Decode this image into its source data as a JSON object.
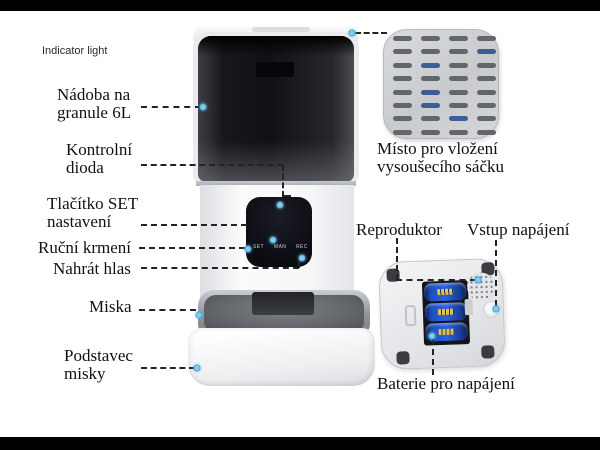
{
  "annotations": {
    "indicator_light": "Indicator light",
    "hopper": [
      "Nádoba na",
      "granule 6L"
    ],
    "control_led": [
      "Kontrolní",
      "dioda"
    ],
    "set_button": [
      "Tlačítko SET",
      "nastavení"
    ],
    "manual_feed": "Ruční krmení",
    "record_voice": "Nahrát hlas",
    "bowl": "Miska",
    "bowl_base": [
      "Podstavec",
      "misky"
    ],
    "desiccant": [
      "Místo pro vložení",
      "vysoušecího sáčku"
    ],
    "speaker": "Reproduktor",
    "power_input": "Vstup napájení",
    "batteries": "Baterie pro napájení"
  },
  "device": {
    "panel_buttons": [
      "SET",
      "MAN",
      "REC"
    ]
  },
  "colors": {
    "callout_dot": "#85ccec",
    "leader_line": "#232323",
    "battery_blue": "#2a62e0",
    "letterbox": "#000000"
  }
}
